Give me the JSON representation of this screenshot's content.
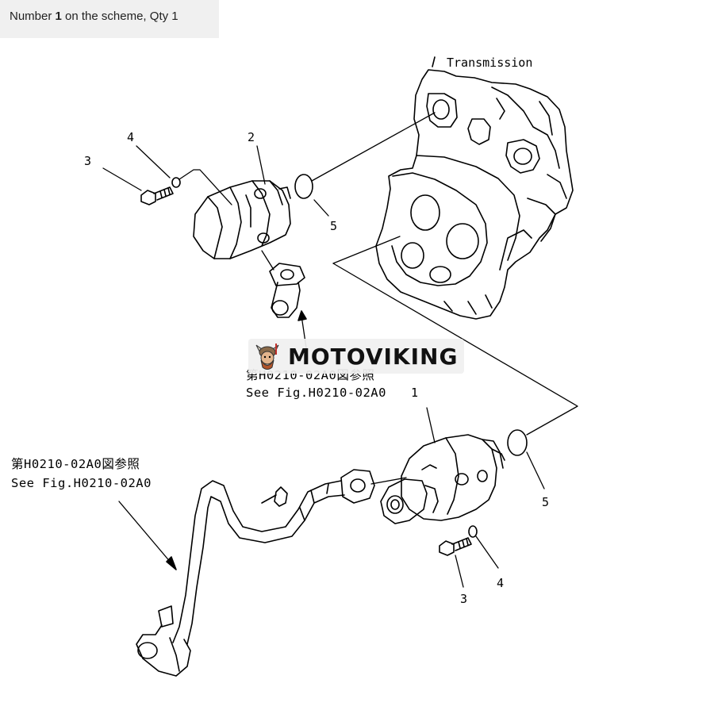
{
  "caption": {
    "prefix": "Number ",
    "number": "1",
    "suffix": " on the scheme, Qty 1"
  },
  "labels": {
    "transmission": "Transmission",
    "callouts": {
      "top_4": "4",
      "top_2": "2",
      "top_3": "3",
      "top_5": "5",
      "bottom_1": "1",
      "bottom_5": "5",
      "bottom_3": "3",
      "bottom_4": "4"
    },
    "ref_upper_jp": "第H0210-02A0図参照",
    "ref_upper_en": "See Fig.H0210-02A0",
    "ref_left_jp": "第H0210-02A0図参照",
    "ref_left_en": "See Fig.H0210-02A0"
  },
  "watermark": {
    "text": "MOTOVIKING",
    "logo_icon": "viking-mascot-icon"
  }
}
